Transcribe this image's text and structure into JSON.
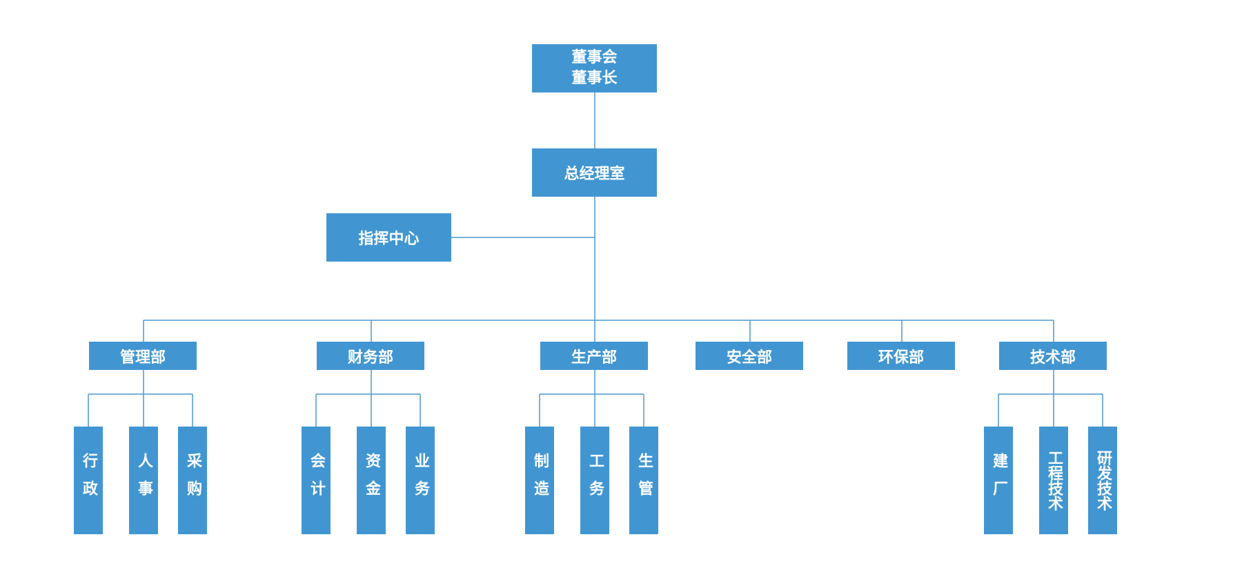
{
  "board": {
    "line1": "董事会",
    "line2": "董事长"
  },
  "gm_office": "总经理室",
  "command_center": "指挥中心",
  "departments": {
    "management": "管理部",
    "finance": "财务部",
    "production": "生产部",
    "safety": "安全部",
    "environment": "环保部",
    "technology": "技术部"
  },
  "units": {
    "management": [
      "行政",
      "人事",
      "采购"
    ],
    "finance": [
      "会计",
      "资金",
      "业务"
    ],
    "production": [
      "制造",
      "工务",
      "生管"
    ],
    "technology": [
      "建厂",
      "工程技术",
      "研发技术"
    ]
  },
  "colors": {
    "box": "#4196d2",
    "line": "#4a97cf",
    "text": "#ffffff"
  }
}
